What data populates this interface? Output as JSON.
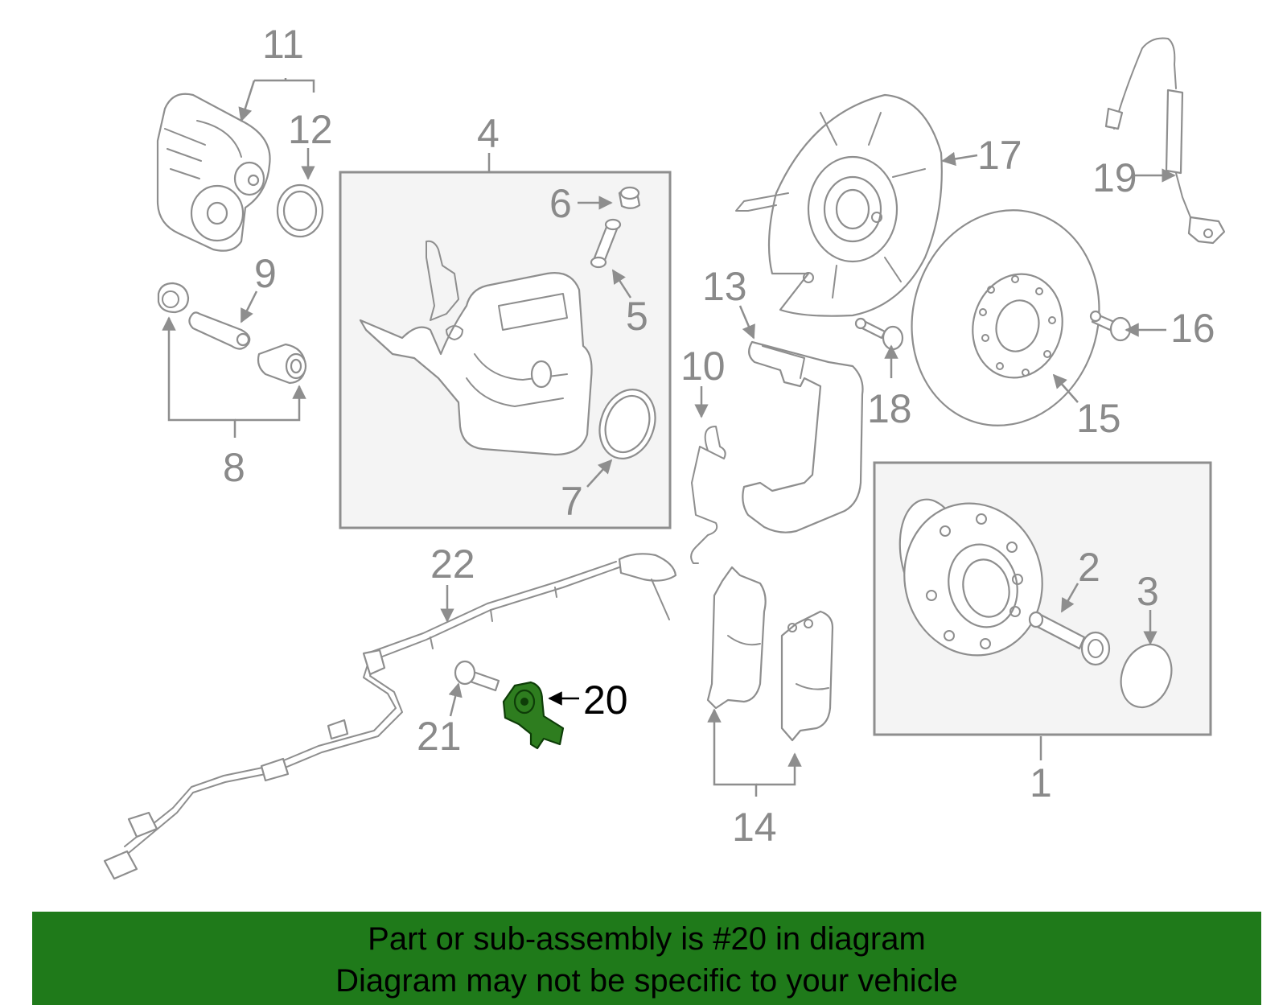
{
  "diagram": {
    "callouts": [
      "1",
      "2",
      "3",
      "4",
      "5",
      "6",
      "7",
      "8",
      "9",
      "10",
      "11",
      "12",
      "13",
      "14",
      "15",
      "16",
      "17",
      "18",
      "19",
      "20",
      "21",
      "22"
    ],
    "highlighted_part": "20",
    "highlight_color": "#2e7d1f"
  },
  "banner": {
    "line1": "Part or sub-assembly is #20 in diagram",
    "line2": "Diagram may not be specific to your vehicle",
    "background": "#1f7a1a"
  }
}
